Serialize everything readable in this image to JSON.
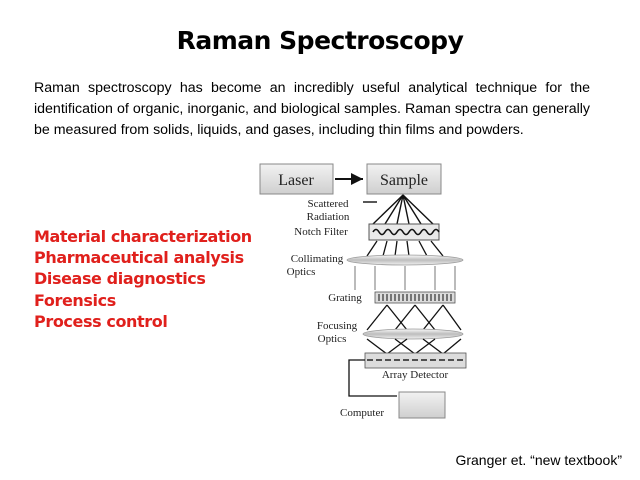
{
  "slide": {
    "title": "Raman Spectroscopy",
    "intro": "Raman spectroscopy has become an incredibly useful analytical technique for the identification of organic, inorganic, and biological samples. Raman spectra can generally be measured from solids, liquids, and gases, including thin films and powders.",
    "applications": [
      "Material characterization",
      "Pharmaceutical analysis",
      "Disease diagnostics",
      "Forensics",
      "Process control"
    ],
    "citation": "Granger et. “new textbook”",
    "accent_color": "#e0201c"
  },
  "diagram": {
    "laser": "Laser",
    "sample": "Sample",
    "scattered_line1": "Scattered",
    "scattered_line2": "Radiation",
    "notch_filter": "Notch Filter",
    "collimating_line1": "Collimating",
    "collimating_line2": "Optics",
    "grating": "Grating",
    "focusing_line1": "Focusing",
    "focusing_line2": "Optics",
    "array_detector": "Array Detector",
    "computer": "Computer"
  }
}
